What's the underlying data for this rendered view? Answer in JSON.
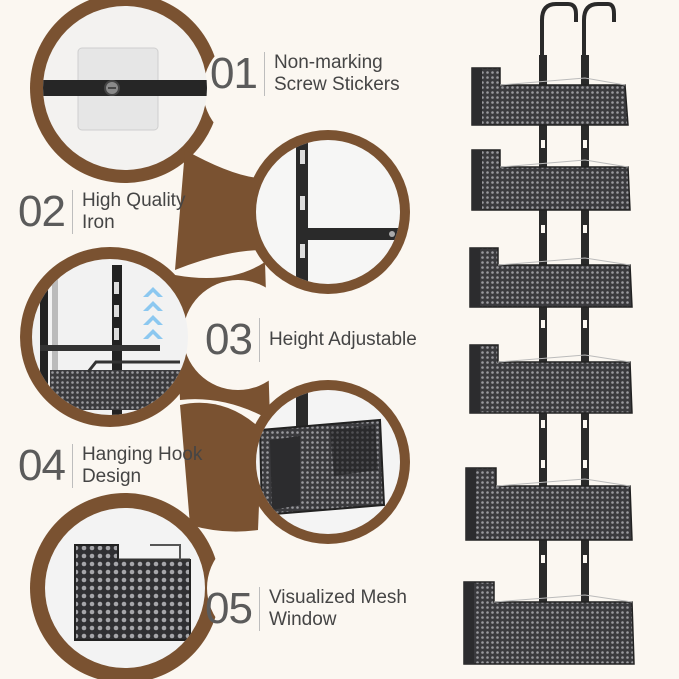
{
  "features": [
    {
      "number": "01",
      "line1": "Non-marking",
      "line2": "Screw Stickers"
    },
    {
      "number": "02",
      "line1": "High Quality",
      "line2": "Iron"
    },
    {
      "number": "03",
      "line1": "Height Adjustable",
      "line2": ""
    },
    {
      "number": "04",
      "line1": "Hanging Hook",
      "line2": "Design"
    },
    {
      "number": "05",
      "line1": "Visualized Mesh",
      "line2": "Window"
    }
  ],
  "colors": {
    "background": "#fbf7f1",
    "brown_band": "#7a5231",
    "rack_black": "#2b2b2d",
    "mesh_gray": "#8a8a8d",
    "arrow_blue": "#8cc8f0"
  },
  "icons": [
    "screw-sticker-photo",
    "iron-bracket-photo",
    "adjustable-rails-photo",
    "hanging-hook-photo",
    "mesh-basket-photo",
    "up-arrows-icon",
    "over-door-rack-photo"
  ]
}
